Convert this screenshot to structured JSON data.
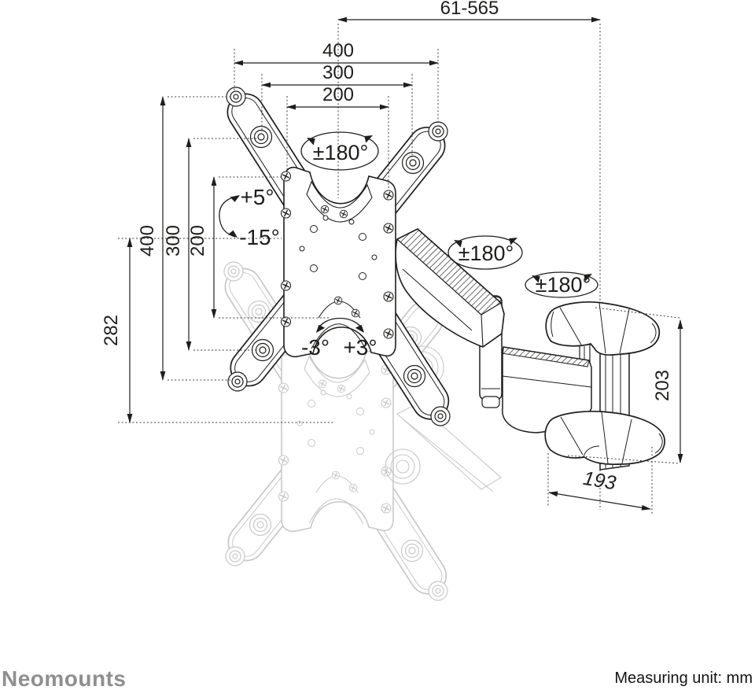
{
  "drawing": {
    "title": "Full-motion TV wall mount technical drawing",
    "unit": "mm",
    "colors": {
      "line": "#1e1e1c",
      "ghost": "#c8c8c8",
      "brand_gray": "#8f8f8f"
    },
    "dimensions": {
      "wall_distance": {
        "label": "61-565"
      },
      "width_400": {
        "label": "400"
      },
      "width_300": {
        "label": "300"
      },
      "width_200": {
        "label": "200"
      },
      "height_400": {
        "label": "400"
      },
      "height_300": {
        "label": "300"
      },
      "height_200": {
        "label": "200"
      },
      "height_282": {
        "label": "282"
      },
      "bracket_height_203": {
        "label": "203"
      },
      "bracket_depth_193": {
        "label": "193"
      }
    },
    "angles": {
      "plate_rotation": {
        "label": "±180°"
      },
      "arm_rotation": {
        "label": "±180°"
      },
      "wall_rotation": {
        "label": "±180°"
      },
      "tilt_up": {
        "label": "+5°"
      },
      "tilt_down": {
        "label": "-15°"
      },
      "swivel_left": {
        "label": "-3°"
      },
      "swivel_right": {
        "label": "+3°"
      }
    }
  },
  "footer": {
    "brand": "Neomounts",
    "note": "Measuring unit: mm"
  }
}
